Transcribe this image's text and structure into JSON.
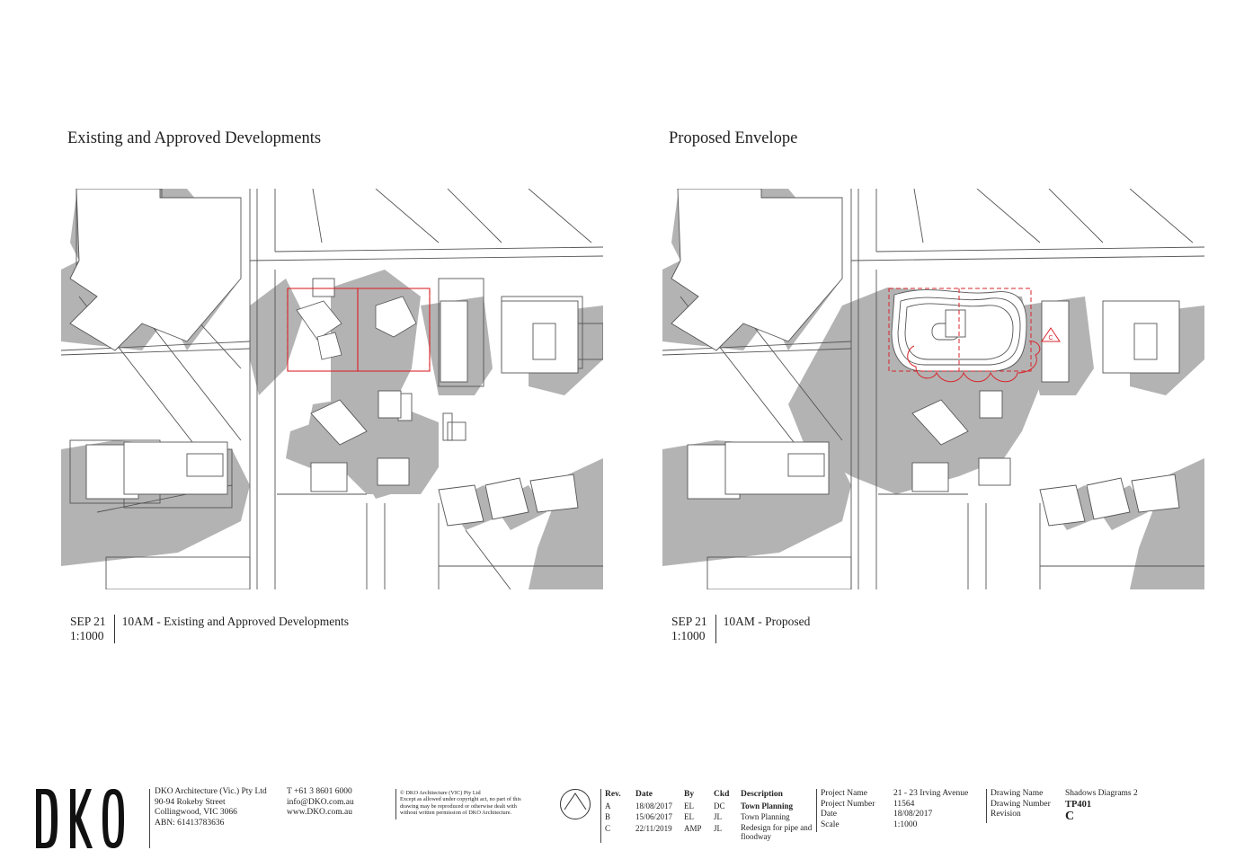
{
  "left_panel": {
    "title": "Existing and Approved Developments",
    "date": "SEP 21",
    "scale": "1:1000",
    "caption": "10AM - Existing and Approved Developments"
  },
  "right_panel": {
    "title": "Proposed Envelope",
    "date": "SEP 21",
    "scale": "1:1000",
    "caption": "10AM - Proposed",
    "revision_marker": "C"
  },
  "footer": {
    "logo": "DKO",
    "company": [
      "DKO Architecture (Vic.) Pty Ltd",
      "90-94 Rokeby Street",
      "Collingwood, VIC 3066",
      "ABN: 61413783636"
    ],
    "contact": [
      "T +61 3 8601 6000",
      "info@DKO.com.au",
      "www.DKO.com.au"
    ],
    "copyright": [
      "© DKO Architecture (VIC) Pty Ltd",
      "Except as allowed under copyright act, no part of this",
      "drawing may be reproduced or otherwise dealt with",
      "without written permission of DKO Architecture."
    ],
    "revisions": {
      "headers": [
        "Rev.",
        "Date",
        "By",
        "Ckd",
        "Description"
      ],
      "rows": [
        [
          "A",
          "18/08/2017",
          "EL",
          "DC",
          "Town Planning"
        ],
        [
          "B",
          "15/06/2017",
          "EL",
          "JL",
          "Town Planning"
        ],
        [
          "C",
          "22/11/2019",
          "AMP",
          "JL",
          "Redesign for pipe and floodway"
        ]
      ]
    },
    "project": {
      "labels": [
        "Project Name",
        "Project Number",
        "Date",
        "Scale"
      ],
      "values": [
        "21 - 23 Irving Avenue",
        "11564",
        "18/08/2017",
        "1:1000"
      ]
    },
    "drawing": {
      "labels": [
        "Drawing Name",
        "Drawing Number",
        "Revision"
      ],
      "values": [
        "Shadows Diagrams 2",
        "TP401",
        "C"
      ]
    },
    "colors": {
      "shadow": "#b3b3b3",
      "linework": "#555555",
      "boundary": "#d9262c"
    }
  }
}
